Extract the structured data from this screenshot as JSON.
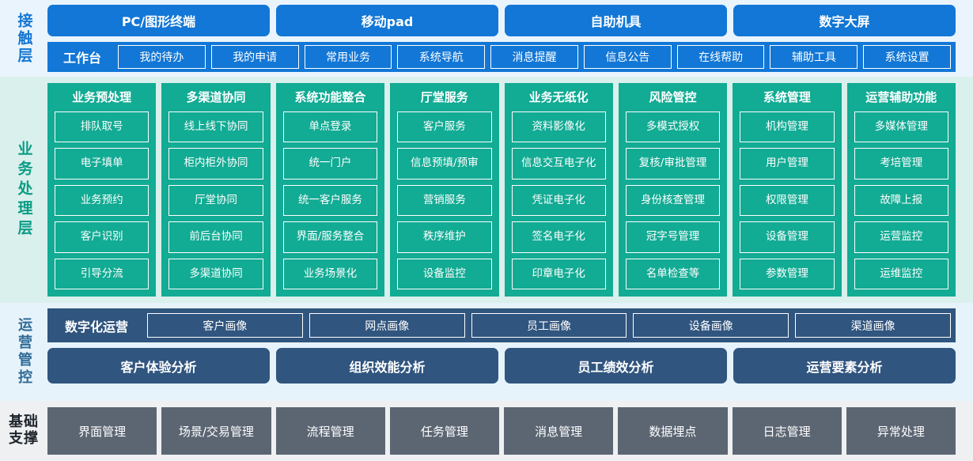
{
  "colors": {
    "contact_blue": "#1277d6",
    "contact_bg": "#eaf4fd",
    "business_teal": "#12ab94",
    "business_bg": "#daf0ec",
    "ops_navy": "#30557f",
    "ops_bg": "#e7f3fb",
    "foundation_gray": "#5c6673",
    "foundation_bg": "#eef0f2"
  },
  "contact_layer": {
    "label": "接触层",
    "channels": [
      {
        "label": "PC/图形终端"
      },
      {
        "label": "移动pad"
      },
      {
        "label": "自助机具"
      },
      {
        "label": "数字大屏"
      }
    ],
    "workbench_title": "工作台",
    "workbench_items": [
      {
        "label": "我的待办"
      },
      {
        "label": "我的申请"
      },
      {
        "label": "常用业务"
      },
      {
        "label": "系统导航"
      },
      {
        "label": "消息提醒"
      },
      {
        "label": "信息公告"
      },
      {
        "label": "在线帮助"
      },
      {
        "label": "辅助工具"
      },
      {
        "label": "系统设置"
      }
    ]
  },
  "business_layer": {
    "label": "业务处理层",
    "columns": [
      {
        "title": "业务预处理",
        "items": [
          {
            "label": "排队取号"
          },
          {
            "label": "电子填单"
          },
          {
            "label": "业务预约"
          },
          {
            "label": "客户识别"
          },
          {
            "label": "引导分流"
          }
        ]
      },
      {
        "title": "多渠道协同",
        "items": [
          {
            "label": "线上线下协同"
          },
          {
            "label": "柜内柜外协同"
          },
          {
            "label": "厅堂协同"
          },
          {
            "label": "前后台协同"
          },
          {
            "label": "多渠道协同"
          }
        ]
      },
      {
        "title": "系统功能整合",
        "items": [
          {
            "label": "单点登录"
          },
          {
            "label": "统一门户"
          },
          {
            "label": "统一客户服务"
          },
          {
            "label": "界面/服务整合"
          },
          {
            "label": "业务场景化"
          }
        ]
      },
      {
        "title": "厅堂服务",
        "items": [
          {
            "label": "客户服务"
          },
          {
            "label": "信息预填/预审"
          },
          {
            "label": "营销服务"
          },
          {
            "label": "秩序维护"
          },
          {
            "label": "设备监控"
          }
        ]
      },
      {
        "title": "业务无纸化",
        "items": [
          {
            "label": "资料影像化"
          },
          {
            "label": "信息交互电子化"
          },
          {
            "label": "凭证电子化"
          },
          {
            "label": "签名电子化"
          },
          {
            "label": "印章电子化"
          }
        ]
      },
      {
        "title": "风险管控",
        "items": [
          {
            "label": "多模式授权"
          },
          {
            "label": "复核/审批管理"
          },
          {
            "label": "身份核查管理"
          },
          {
            "label": "冠字号管理"
          },
          {
            "label": "名单检查等"
          }
        ]
      },
      {
        "title": "系统管理",
        "items": [
          {
            "label": "机构管理"
          },
          {
            "label": "用户管理"
          },
          {
            "label": "权限管理"
          },
          {
            "label": "设备管理"
          },
          {
            "label": "参数管理"
          }
        ]
      },
      {
        "title": "运营辅助功能",
        "items": [
          {
            "label": "多媒体管理"
          },
          {
            "label": "考培管理"
          },
          {
            "label": "故障上报"
          },
          {
            "label": "运营监控"
          },
          {
            "label": "运维监控"
          }
        ]
      }
    ]
  },
  "ops_layer": {
    "label": "运营管控",
    "portrait_title": "数字化运营",
    "portraits": [
      {
        "label": "客户画像"
      },
      {
        "label": "网点画像"
      },
      {
        "label": "员工画像"
      },
      {
        "label": "设备画像"
      },
      {
        "label": "渠道画像"
      }
    ],
    "analyses": [
      {
        "label": "客户体验分析"
      },
      {
        "label": "组织效能分析"
      },
      {
        "label": "员工绩效分析"
      },
      {
        "label": "运营要素分析"
      }
    ]
  },
  "foundation_layer": {
    "label_line1": "基础",
    "label_line2": "支撑",
    "items": [
      {
        "label": "界面管理"
      },
      {
        "label": "场景/交易管理"
      },
      {
        "label": "流程管理"
      },
      {
        "label": "任务管理"
      },
      {
        "label": "消息管理"
      },
      {
        "label": "数据埋点"
      },
      {
        "label": "日志管理"
      },
      {
        "label": "异常处理"
      }
    ]
  }
}
